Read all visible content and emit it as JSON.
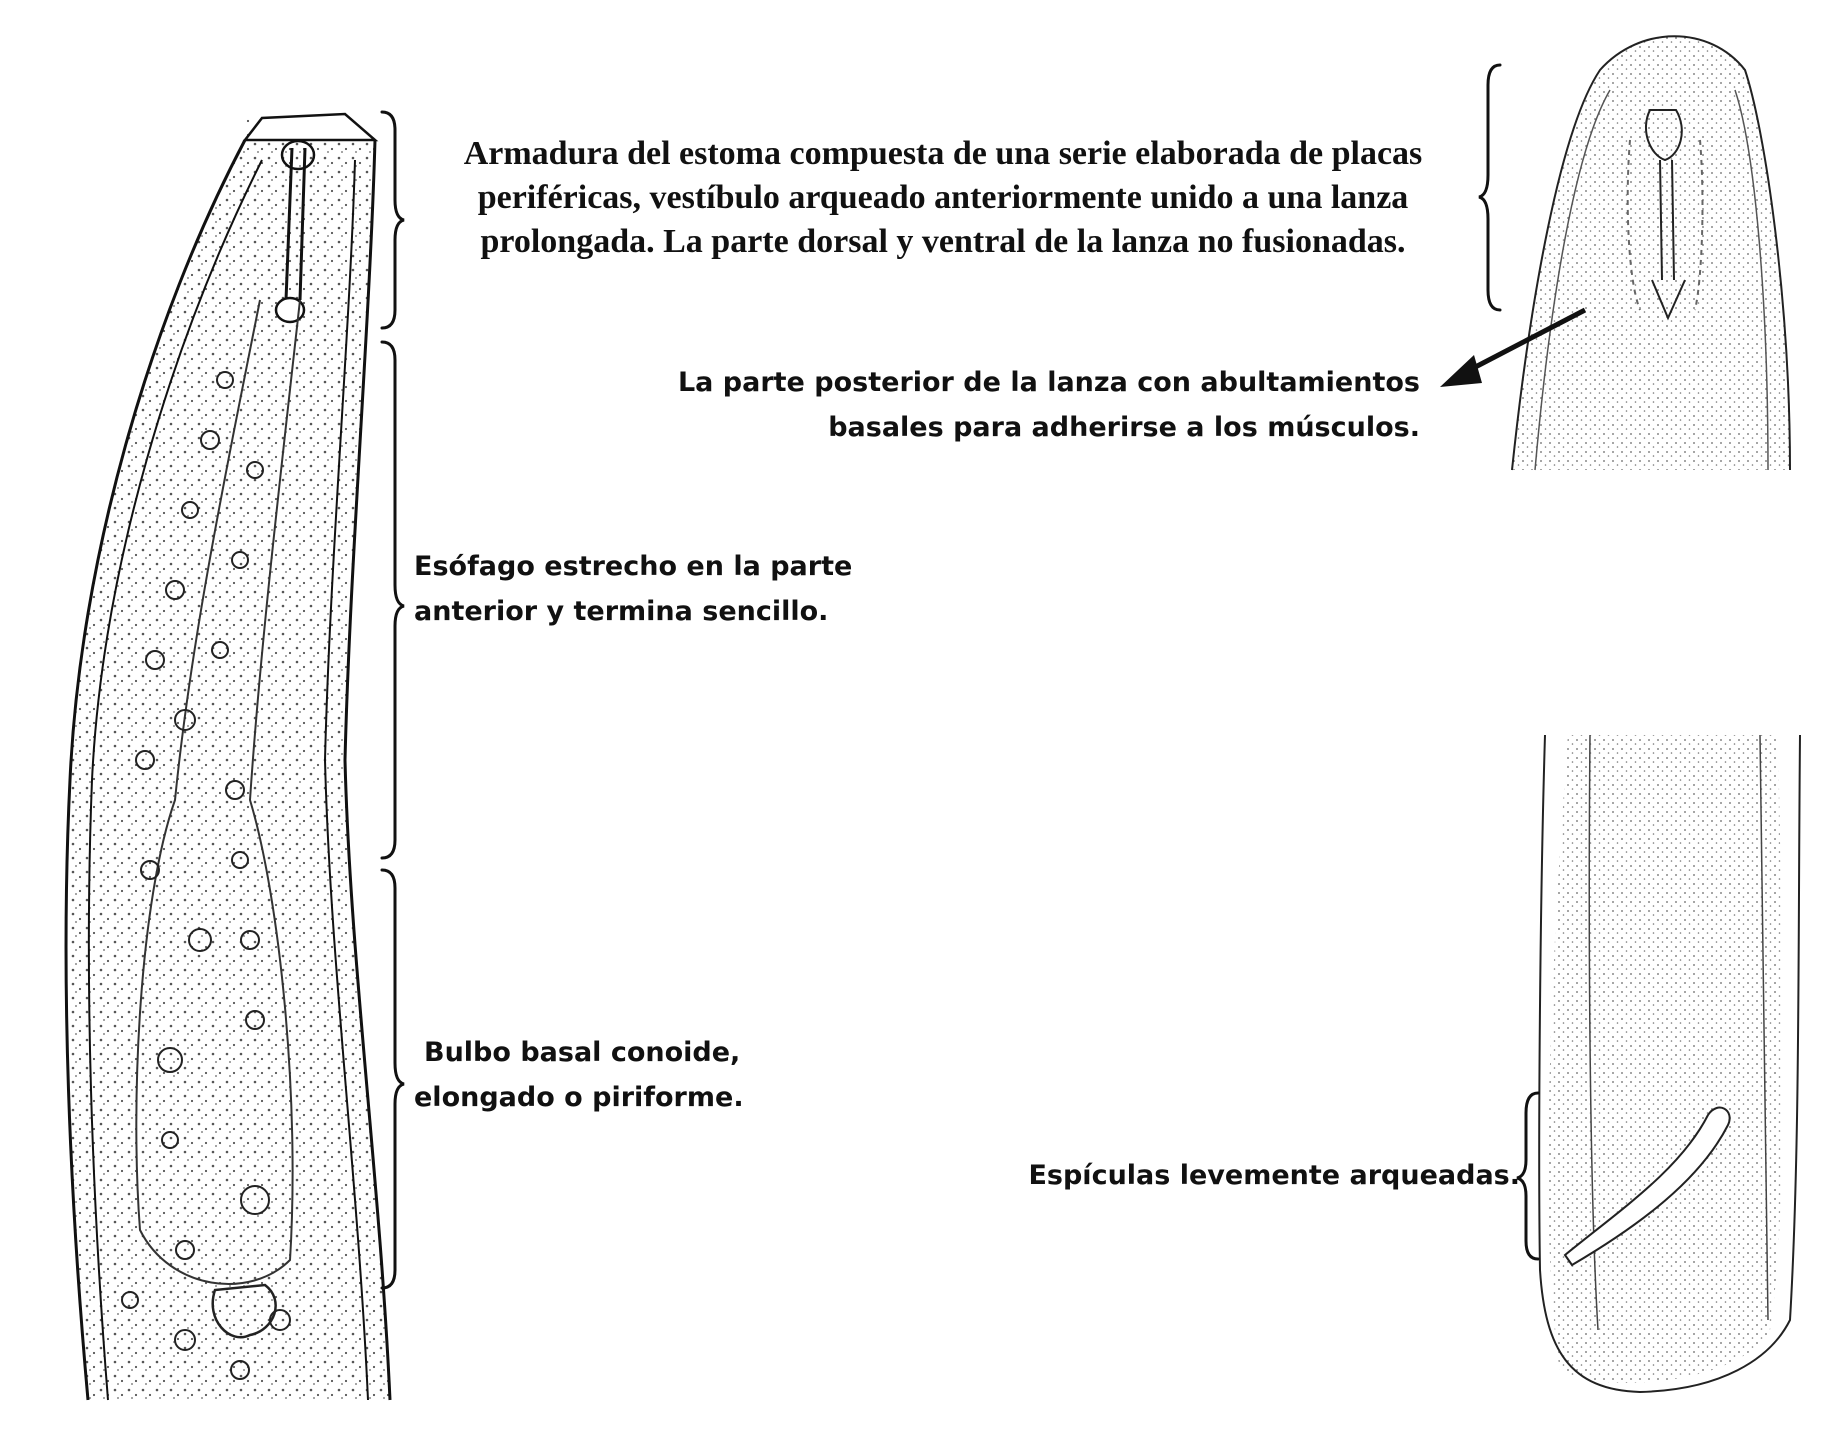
{
  "labels": {
    "stoma": {
      "lines": [
        "Armadura del estoma compuesta de una serie elaborada de placas",
        "periféricas, vestíbulo arqueado anteriormente unido a una lanza",
        "prolongada. La parte dorsal y ventral de la lanza no fusionadas."
      ]
    },
    "lanza_posterior": {
      "lines": [
        "La parte posterior de la lanza con abultamientos",
        "basales para adherirse a los músculos."
      ]
    },
    "esofago": {
      "lines": [
        "Esófago estrecho en la parte",
        "anterior y termina sencillo."
      ]
    },
    "bulbo": {
      "lines": [
        "Bulbo basal conoide,",
        "elongado o piriforme."
      ]
    },
    "espiculas": {
      "lines": [
        "Espículas levemente arqueadas."
      ]
    }
  },
  "colors": {
    "ink": "#111111",
    "stipple": "#555555",
    "background": "#ffffff"
  }
}
